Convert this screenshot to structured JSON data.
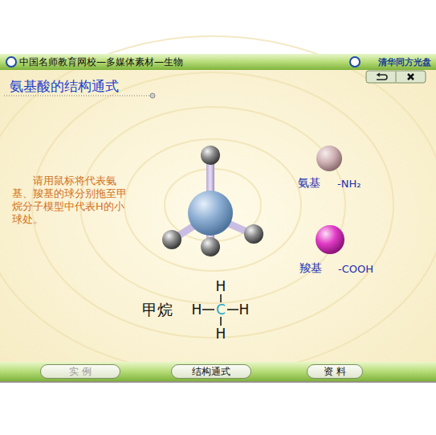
{
  "diagram": {
    "title": "氨基酸的结构通式",
    "nodes": [
      {
        "text": [
          "中国名师教育网校—多媒体素材—生物",
          "清华同方光盘"
        ]
      },
      {
        "text": [
          "实 例"
        ]
      },
      {
        "text": [
          "结构通式"
        ]
      },
      {
        "text": [
          "资 料"
        ]
      }
    ],
    "labels": [
      "请用鼠标将代表氨基、羧基的球分别拖至甲烷分子模型中代表H的小球处。",
      "氨基",
      "-NH₂",
      "羧基",
      "-COOH",
      "甲烷",
      "H",
      "H",
      "C",
      "H",
      "H"
    ]
  }
}
